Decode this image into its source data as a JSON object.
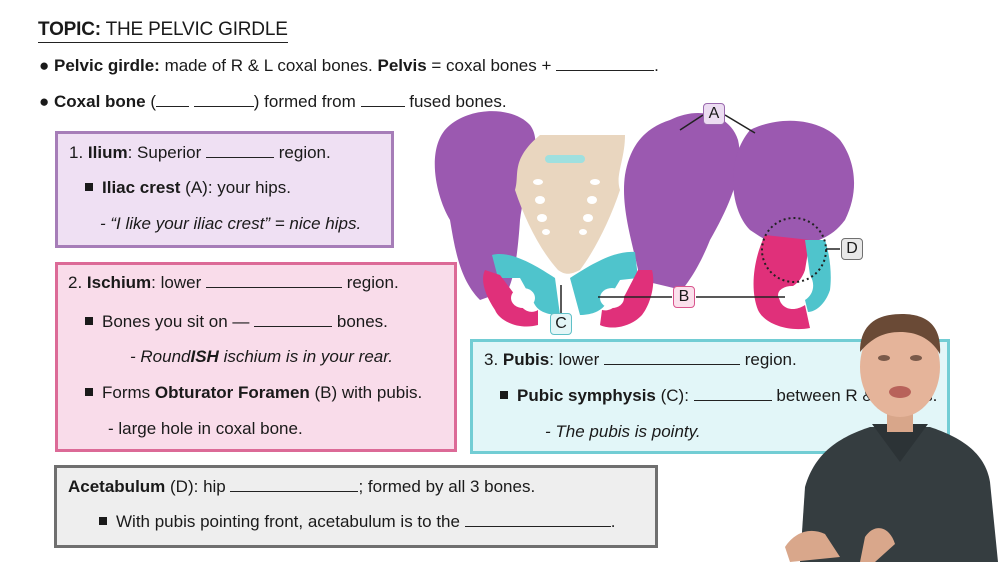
{
  "topic": {
    "label": "TOPIC:",
    "title": "THE PELVIC GIRDLE"
  },
  "bullets": [
    {
      "bold": "Pelvic girdle:",
      "text1": " made of R & L coxal bones. ",
      "bold2": "Pelvis",
      "text2": " = coxal bones + ",
      "end": "."
    },
    {
      "bold": "Coxal bone",
      "text1": " (",
      "text2": ") formed from ",
      "text3": " fused bones."
    }
  ],
  "ilium": {
    "num": "1.",
    "name": "Ilium",
    "text1": ":  Superior ",
    "text2": " region.",
    "sub_bold": "Iliac crest",
    "sub_text": " (A): your hips.",
    "note": "- “I like your iliac crest” = nice hips."
  },
  "ischium": {
    "num": "2.",
    "name": "Ischium",
    "text1": ": lower ",
    "text2": " region.",
    "sub1_text1": "Bones you sit on — ",
    "sub1_text2": " bones.",
    "note1_dash": "-  ",
    "note1_a": "Round",
    "note1_b": "ISH",
    "note1_c": " ischium is in your rear.",
    "sub2_text1": "Forms ",
    "sub2_bold": "Obturator Foramen",
    "sub2_text2": " (B) with pubis.",
    "note2": "- large hole in coxal bone."
  },
  "pubis": {
    "num": "3.",
    "name": "Pubis",
    "text1": ": lower ",
    "text2": " region.",
    "sub_bold": "Pubic symphysis",
    "sub_text1": " (C): ",
    "sub_text2": " between R & L pubis.",
    "note_dash": "-  ",
    "note": "The pubis is pointy."
  },
  "acetabulum": {
    "name": "Acetabulum",
    "text1": " (D): hip ",
    "text2": "; formed by all 3 bones.",
    "sub_text": "With pubis pointing front, acetabulum is to the ",
    "sub_end": "."
  },
  "diagram_labels": {
    "a": "A",
    "b": "B",
    "c": "C",
    "d": "D"
  },
  "colors": {
    "ilium": "#9b59b0",
    "ischium": "#e0307a",
    "pubis": "#4fc4cc",
    "sacrum": "#e9d6bf",
    "text": "#1a1a1a"
  }
}
